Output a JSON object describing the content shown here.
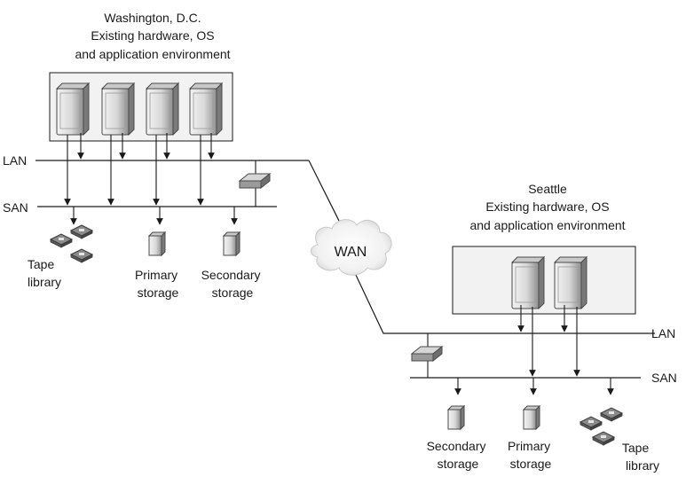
{
  "sites": {
    "dc": {
      "title_lines": [
        "Washington, D.C.",
        "Existing hardware, OS",
        "and application environment"
      ],
      "lan_label": "LAN",
      "san_label": "SAN",
      "tape_lines": [
        "Tape",
        "library"
      ],
      "primary_lines": [
        "Primary",
        "storage"
      ],
      "secondary_lines": [
        "Secondary",
        "storage"
      ]
    },
    "seattle": {
      "title_lines": [
        "Seattle",
        "Existing hardware, OS",
        "and application environment"
      ],
      "lan_label": "LAN",
      "san_label": "SAN",
      "tape_lines": [
        "Tape",
        "library"
      ],
      "primary_lines": [
        "Primary",
        "storage"
      ],
      "secondary_lines": [
        "Secondary",
        "storage"
      ]
    }
  },
  "wan": {
    "label": "WAN"
  },
  "icons": {
    "server": "server-tower-icon",
    "router": "router-icon",
    "tape": "tape-cartridge-icon",
    "storage": "storage-unit-icon",
    "cloud": "cloud-icon"
  },
  "colors": {
    "line": "#1a1a1a",
    "box_fill": "#f2f2f2",
    "server_light": "#e9e9e9",
    "server_dark": "#8c8c8c"
  }
}
